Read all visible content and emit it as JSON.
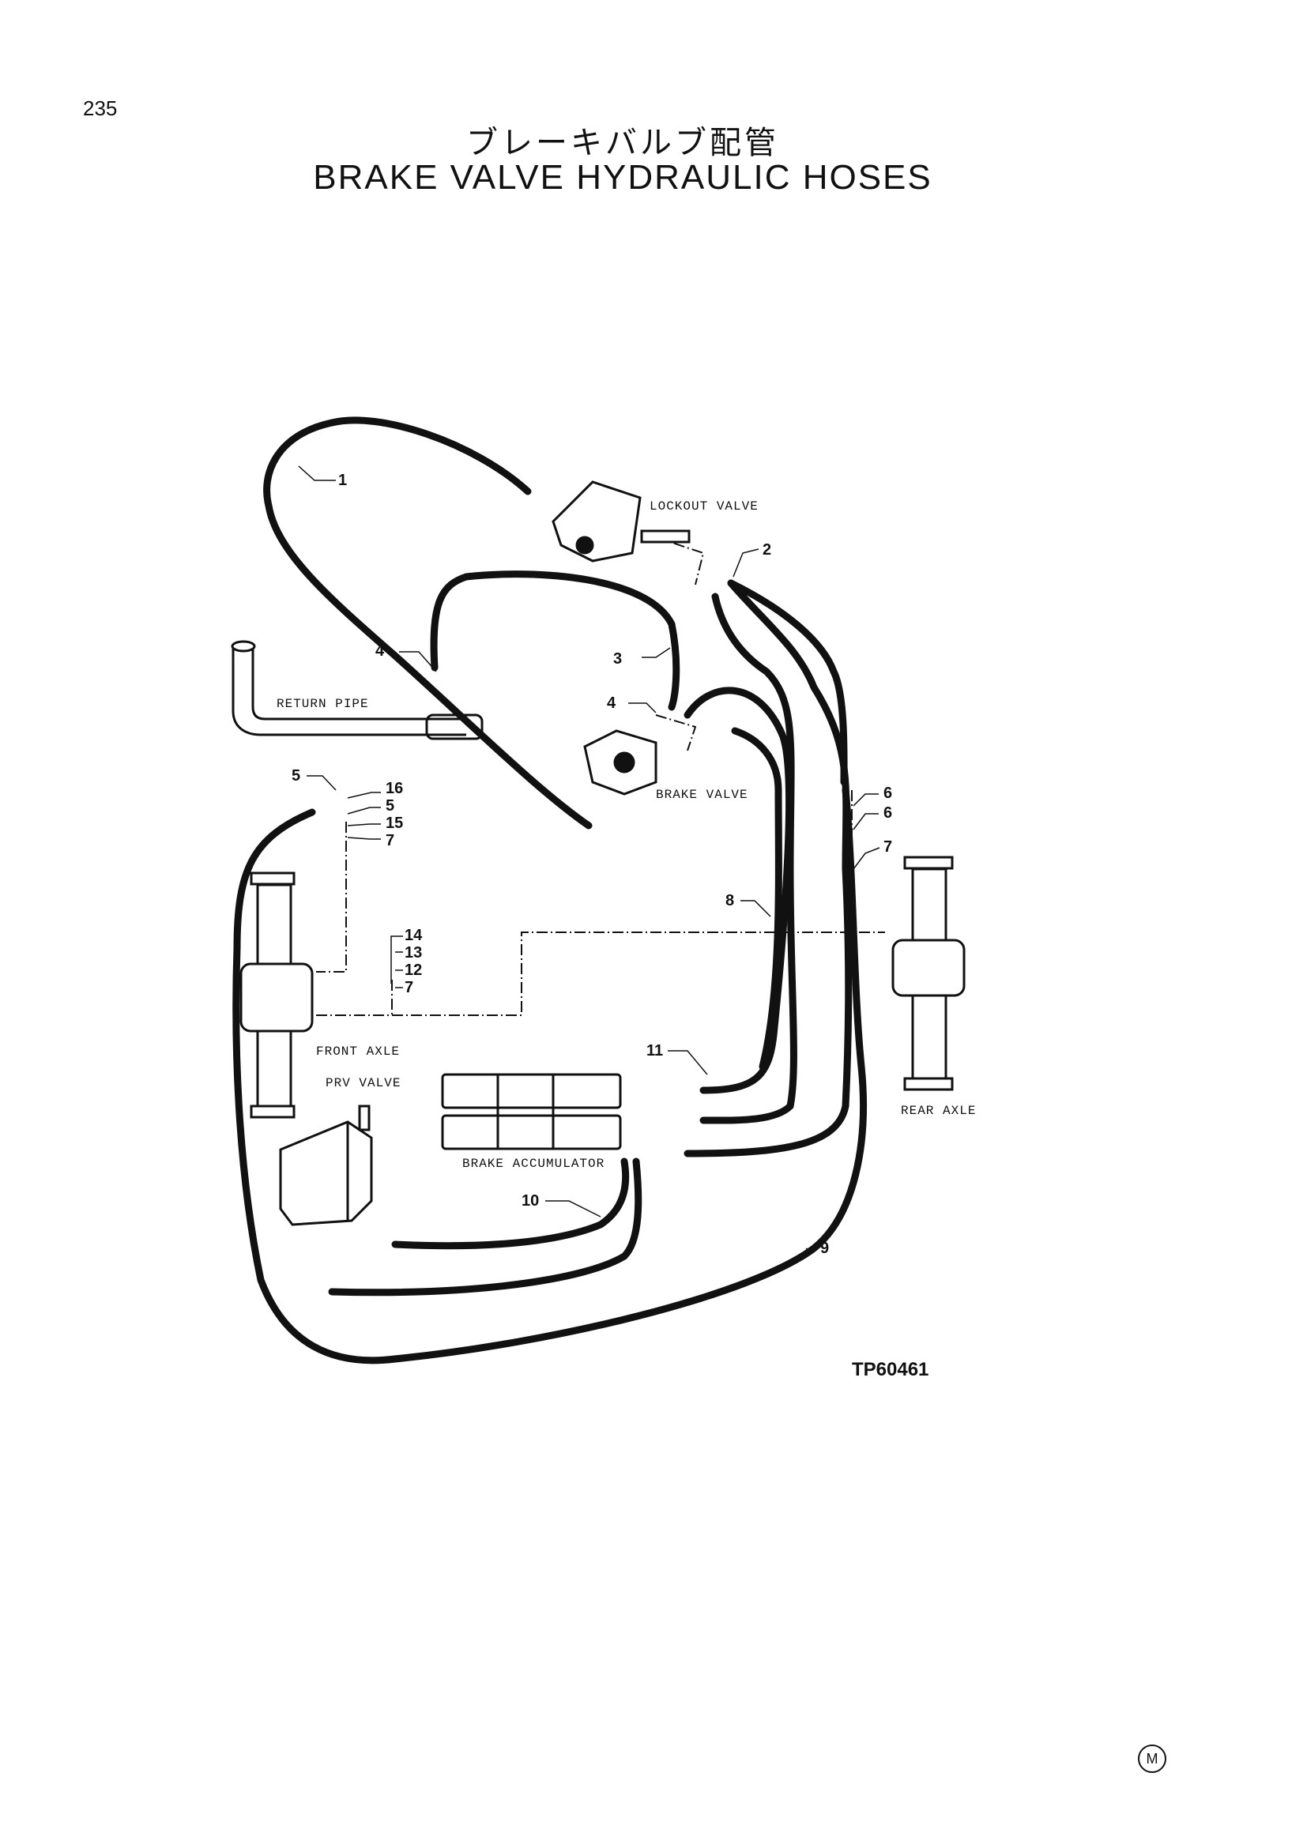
{
  "page": {
    "number": "235",
    "title_jp": "ブレーキバルブ配管",
    "title_en": "BRAKE VALVE HYDRAULIC HOSES",
    "ref_code": "TP60461",
    "mark": "M"
  },
  "components": {
    "lockout_valve": "LOCKOUT VALVE",
    "return_pipe": "RETURN PIPE",
    "brake_valve": "BRAKE VALVE",
    "front_axle": "FRONT AXLE",
    "prv_valve": "PRV VALVE",
    "brake_accumulator": "BRAKE ACCUMULATOR",
    "rear_axle": "REAR AXLE"
  },
  "callouts": {
    "c1": "1",
    "c2": "2",
    "c3": "3",
    "c4a": "4",
    "c4b": "4",
    "c5a": "5",
    "c5b": "5",
    "c6a": "6",
    "c6b": "6",
    "c7a": "7",
    "c7b": "7",
    "c7c": "7",
    "c8": "8",
    "c9": "9",
    "c10": "10",
    "c11": "11",
    "c12": "12",
    "c13": "13",
    "c14": "14",
    "c15": "15",
    "c16": "16"
  }
}
